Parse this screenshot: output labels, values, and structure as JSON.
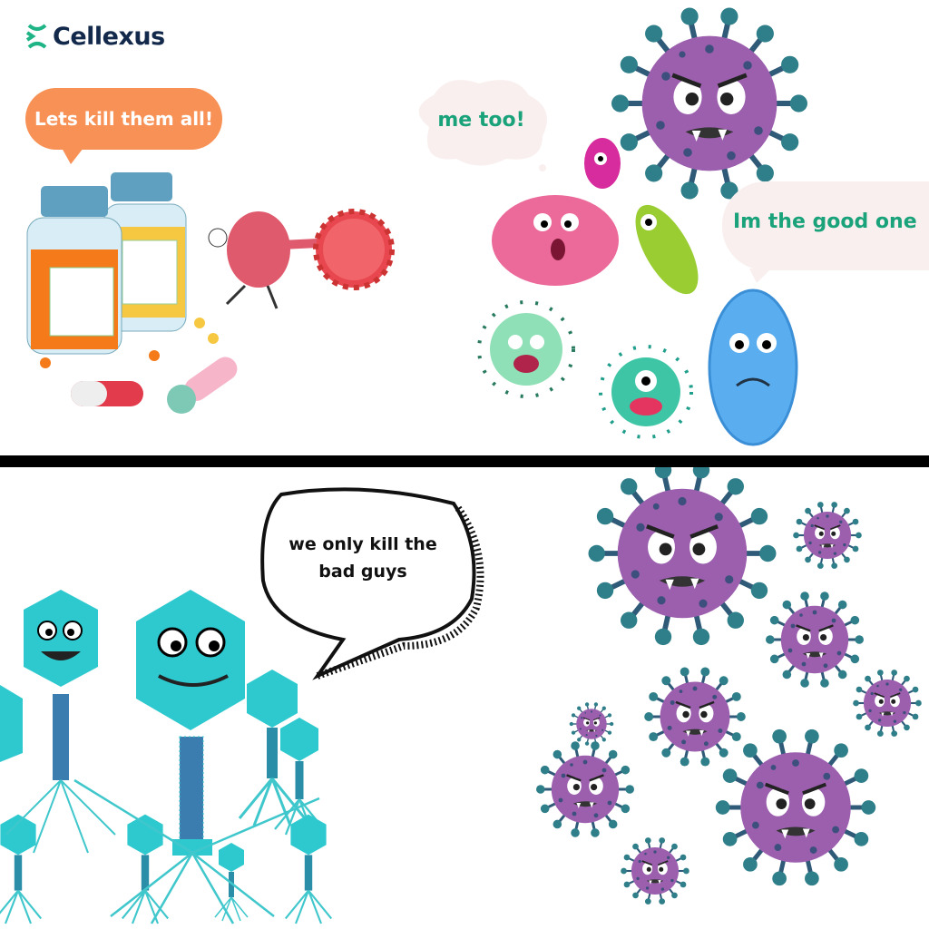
{
  "logo": {
    "text": "Cellexus",
    "color": "#13294b",
    "accent": "#1fb486"
  },
  "top_panel": {
    "antibiotic_bubble": "Lets kill them all!",
    "bad_virus_bubble": "me too!",
    "good_bacteria_bubble": "Im the good one"
  },
  "bottom_panel": {
    "phage_bubble_line1": "we only kill the",
    "phage_bubble_line2": "bad guys"
  },
  "colors": {
    "orange": "#f89156",
    "green_text": "#1aa37a",
    "virus_purple": "#9b5fae",
    "phage_teal": "#2ec9cf",
    "divider": "#000000"
  }
}
